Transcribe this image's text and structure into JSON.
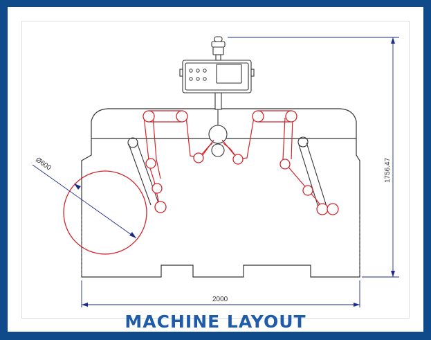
{
  "title": "MACHINE LAYOUT",
  "dimensions": {
    "diameter": "Ø600",
    "height": "1756.47",
    "width": "2000"
  },
  "colors": {
    "frame": "#0f4a8a",
    "title": "#1f5ba8",
    "rollers": "#d2232a",
    "outline": "#333333",
    "dimension": "#1a2a8c"
  },
  "icons": [
    "control-panel-icon",
    "beacon-light-icon"
  ]
}
